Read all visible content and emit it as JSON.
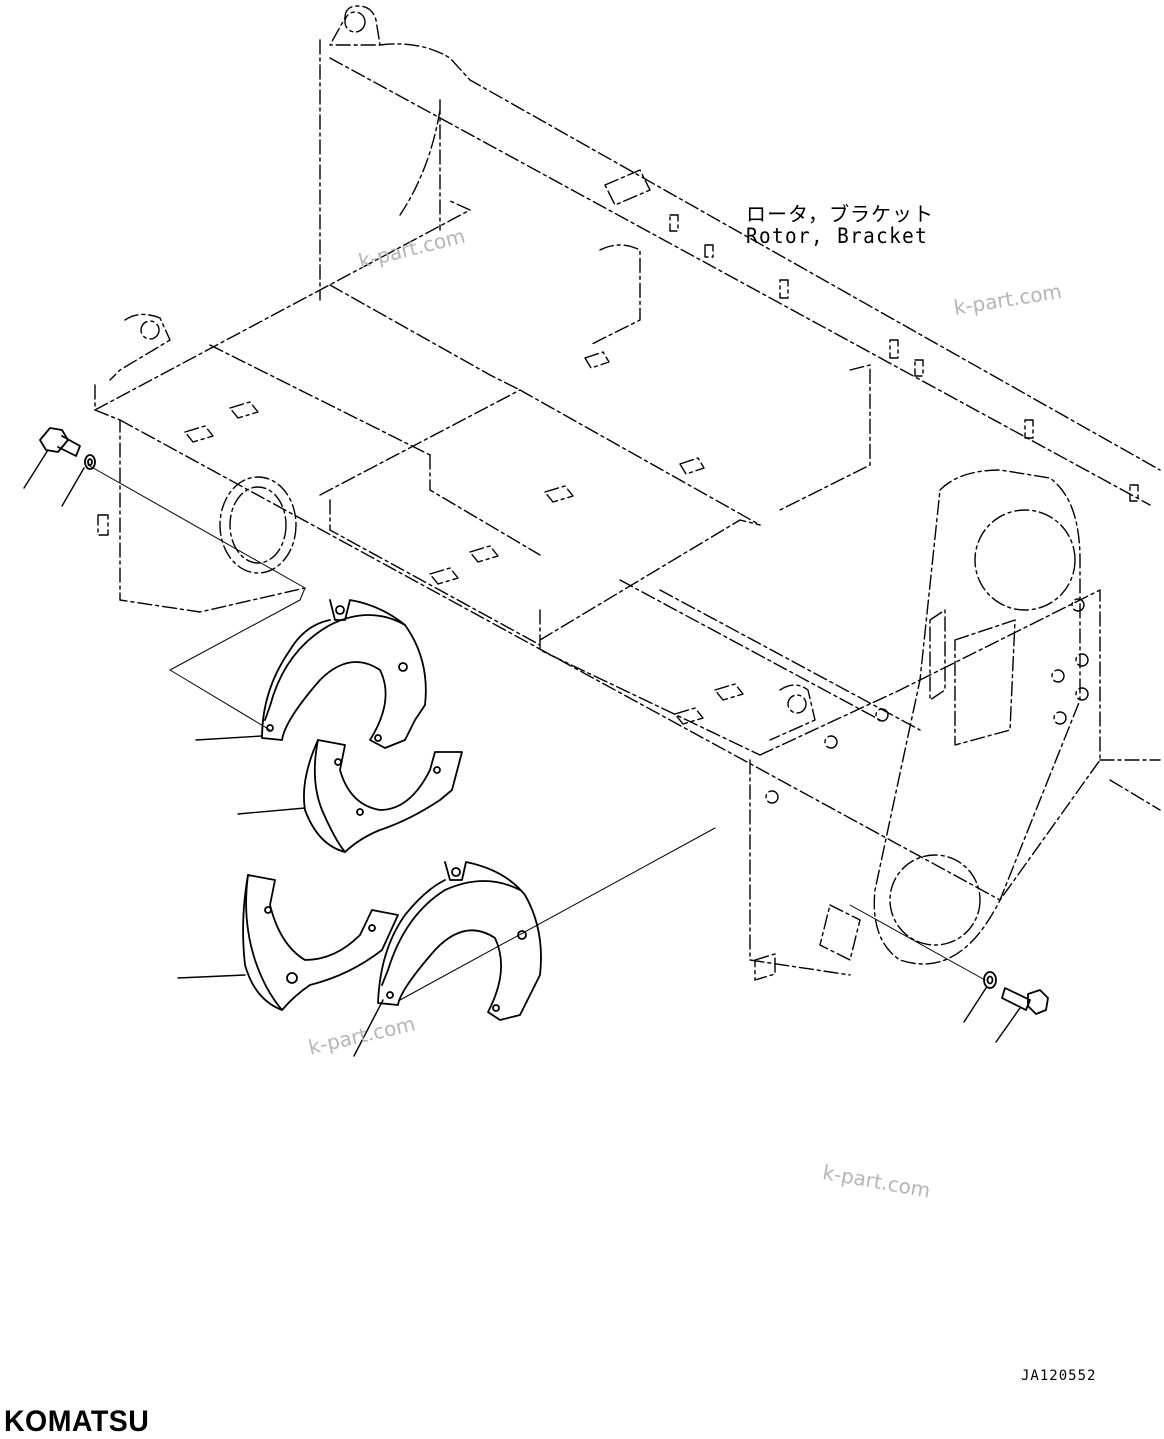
{
  "part_label": {
    "japanese": "ロータ，ブラケット",
    "english": "Rotor, Bracket"
  },
  "watermarks": [
    "k-part.com",
    "k-part.com",
    "k-part.com",
    "k-part.com"
  ],
  "drawing_code": "JA120552",
  "brand": "KOMATSU",
  "colors": {
    "line": "#000000",
    "watermark": "#b5b5b5",
    "background": "#ffffff"
  }
}
